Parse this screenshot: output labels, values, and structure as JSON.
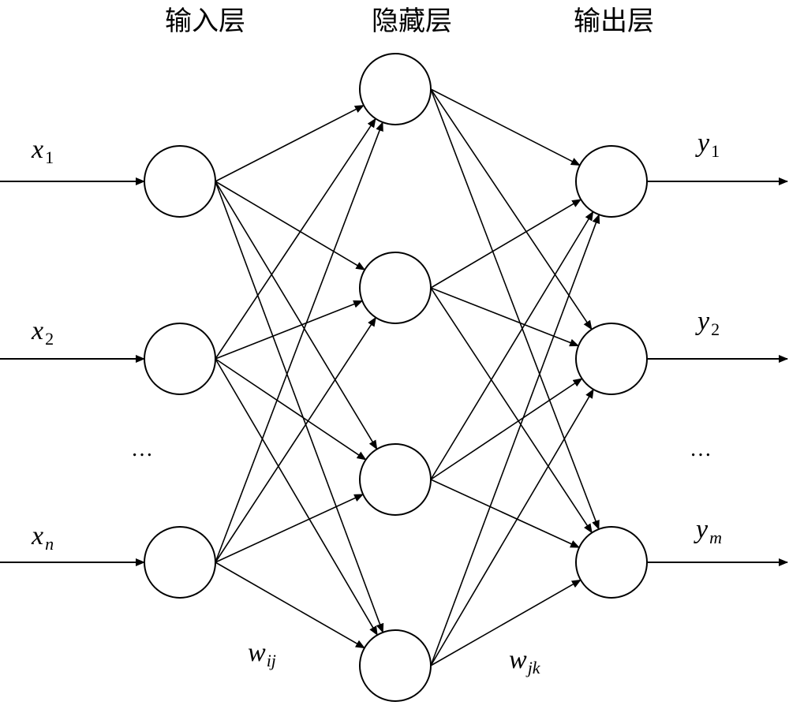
{
  "layers": {
    "input_title": "输入层",
    "hidden_title": "隐藏层",
    "output_title": "输出层"
  },
  "inputs": [
    {
      "base": "x",
      "sub": "1",
      "sub_italic": false
    },
    {
      "base": "x",
      "sub": "2",
      "sub_italic": false
    },
    {
      "base": "x",
      "sub": "n",
      "sub_italic": true
    }
  ],
  "outputs": [
    {
      "base": "y",
      "sub": "1",
      "sub_italic": false
    },
    {
      "base": "y",
      "sub": "2",
      "sub_italic": false
    },
    {
      "base": "y",
      "sub": "m",
      "sub_italic": true
    }
  ],
  "ellipsis": {
    "input": "…",
    "output": "…"
  },
  "weights": {
    "input_hidden": {
      "base": "w",
      "sub": "ij"
    },
    "hidden_output": {
      "base": "w",
      "sub": "jk"
    }
  },
  "node_counts": {
    "input": 3,
    "hidden": 4,
    "output": 3
  }
}
